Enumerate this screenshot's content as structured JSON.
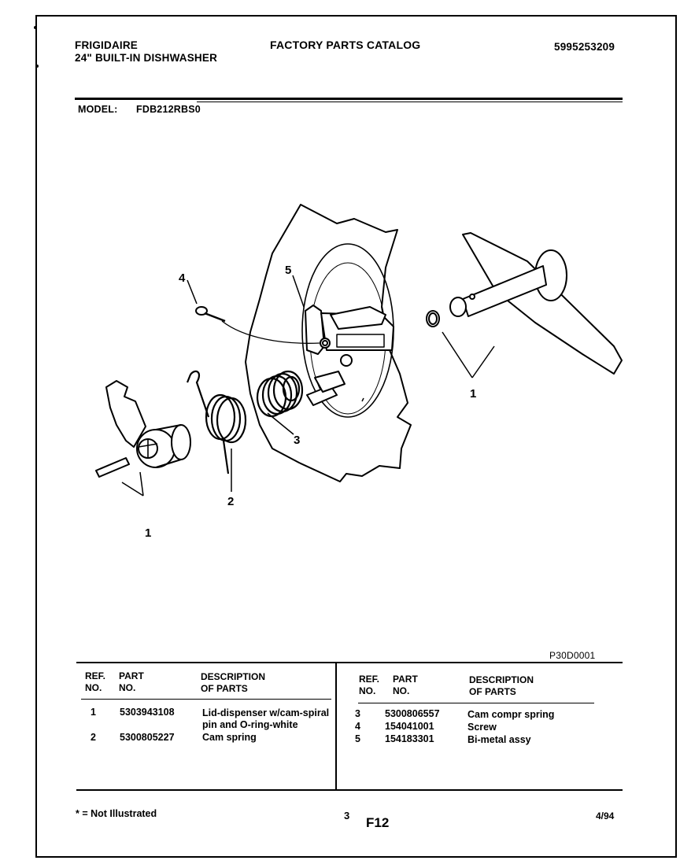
{
  "header": {
    "brand": "FRIGIDAIRE",
    "product": "24\" BUILT-IN DISHWASHER",
    "catalog_title": "FACTORY PARTS CATALOG",
    "catalog_number": "5995253209",
    "model_label": "MODEL:",
    "model_value": "FDB212RBS0"
  },
  "diagram": {
    "callouts": [
      "1",
      "1",
      "2",
      "3",
      "4",
      "5"
    ],
    "figure_code": "P30D0001"
  },
  "table": {
    "headers": {
      "ref_no": [
        "REF.",
        "NO."
      ],
      "part_no": [
        "PART",
        "NO."
      ],
      "description": [
        "DESCRIPTION",
        "OF PARTS"
      ]
    },
    "left_rows": [
      {
        "ref": "1",
        "part": "5303943108",
        "desc": [
          "Lid-dispenser w/cam-spiral",
          "pin and O-ring-white"
        ]
      },
      {
        "ref": "2",
        "part": "5300805227",
        "desc": [
          "Cam spring"
        ]
      }
    ],
    "right_rows": [
      {
        "ref": "3",
        "part": "5300806557",
        "desc": [
          "Cam compr spring"
        ]
      },
      {
        "ref": "4",
        "part": "154041001",
        "desc": [
          "Screw"
        ]
      },
      {
        "ref": "5",
        "part": "154183301",
        "desc": [
          "Bi-metal assy"
        ]
      }
    ]
  },
  "footer": {
    "note": "* = Not Illustrated",
    "page_number": "3",
    "page_code": "F12",
    "date": "4/94"
  }
}
